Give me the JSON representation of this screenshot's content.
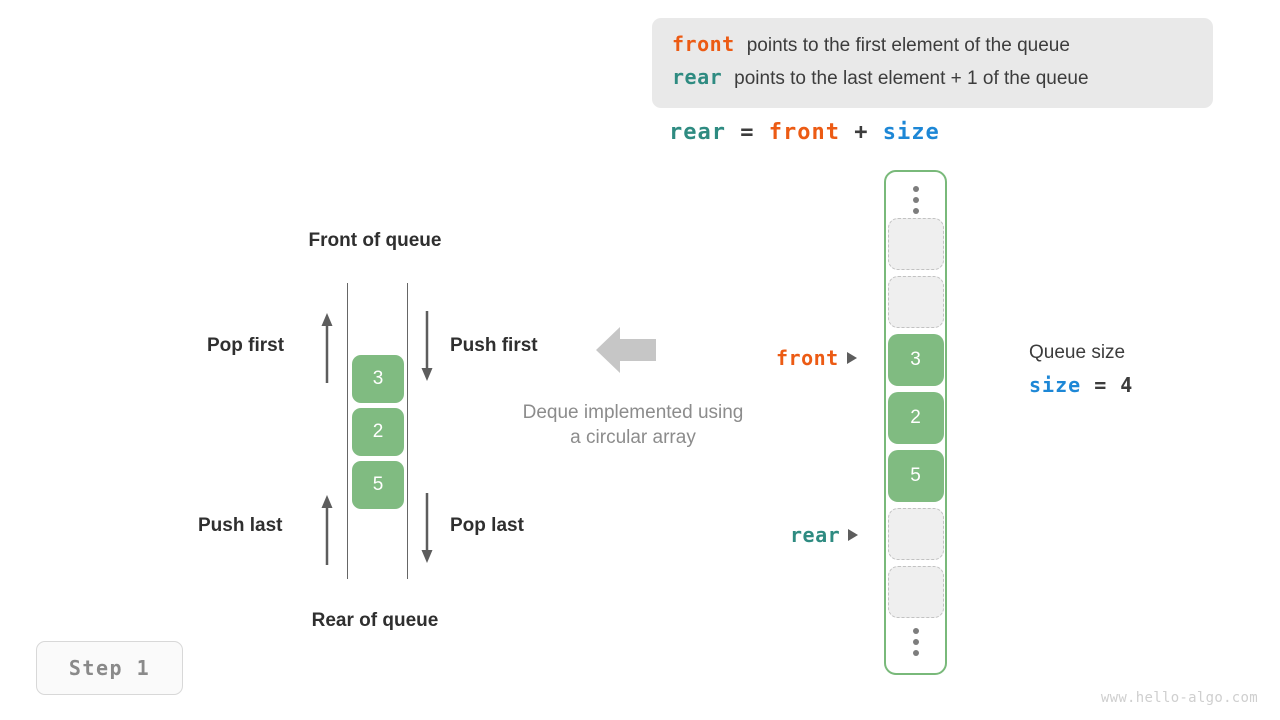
{
  "definitions": [
    {
      "term": "front",
      "term_color": "#ec5b14",
      "text": "points to the first element of the queue"
    },
    {
      "term": "rear",
      "term_color": "#2e8b81",
      "text": "points to the last element + 1 of the queue"
    }
  ],
  "formula": {
    "lhs": "rear",
    "eq": " = ",
    "rhs_a": "front",
    "plus": " + ",
    "rhs_b": "size"
  },
  "deque": {
    "title_top": "Front of queue",
    "title_bottom": "Rear of queue",
    "labels": {
      "pop_first": "Pop first",
      "push_first": "Push first",
      "push_last": "Push last",
      "pop_last": "Pop last"
    },
    "cells": [
      "3",
      "2",
      "5"
    ]
  },
  "caption": {
    "line1": "Deque implemented using",
    "line2": "a circular array"
  },
  "circular_array": {
    "top_ellipsis": "vertical-ellipsis",
    "bottom_ellipsis": "vertical-ellipsis",
    "cells": [
      {
        "value": "",
        "state": "empty"
      },
      {
        "value": "",
        "state": "empty"
      },
      {
        "value": "3",
        "state": "filled"
      },
      {
        "value": "2",
        "state": "filled"
      },
      {
        "value": "5",
        "state": "filled"
      },
      {
        "value": "",
        "state": "empty"
      },
      {
        "value": "",
        "state": "empty"
      }
    ],
    "border_color": "#79b97a",
    "filled_color": "#80bb81",
    "empty_color": "#efefef"
  },
  "pointers": {
    "front": {
      "label": "front",
      "color": "#ec5b14",
      "target_index": 2
    },
    "rear": {
      "label": "rear",
      "color": "#2e8b81",
      "target_index": 5
    }
  },
  "queue_size": {
    "label": "Queue size",
    "var": "size",
    "rest": " = 4",
    "value": "4"
  },
  "step_badge": "Step 1",
  "watermark": "www.hello-algo.com"
}
